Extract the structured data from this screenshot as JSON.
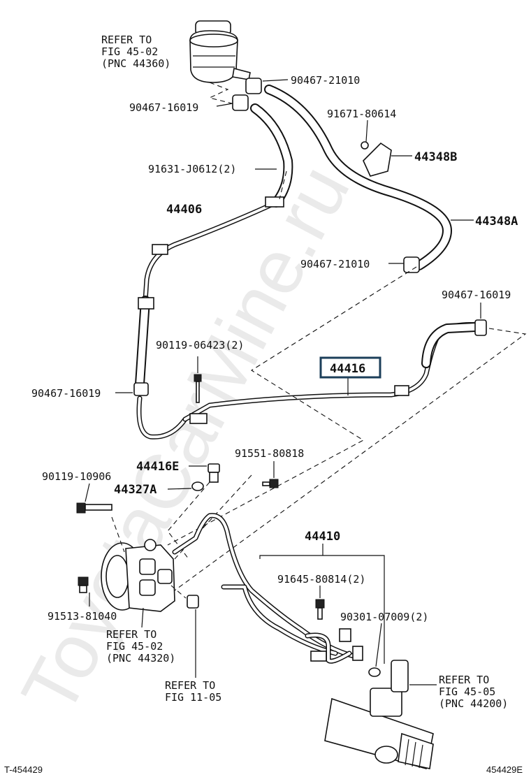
{
  "diagram": {
    "watermark": "ToyotaCarMine.ru",
    "footer_left": "T-454429",
    "footer_right": "454429E",
    "refer_reservoir": [
      "REFER TO",
      "FIG 45-02",
      "(PNC 44360)"
    ],
    "refer_pump": [
      "REFER TO",
      "FIG 45-02",
      "(PNC 44320)"
    ],
    "refer_fig11": [
      "REFER TO",
      "FIG 11-05"
    ],
    "refer_gear": [
      "REFER TO",
      "FIG 45-05",
      "(PNC 44200)"
    ],
    "parts": {
      "p9046721010_top": "90467-21010",
      "p9046716019_top": "90467-16019",
      "p9167180614": "91671-80614",
      "p44348B": "44348B",
      "p91631J0612": "91631-J0612(2)",
      "p44406": "44406",
      "p44348A": "44348A",
      "p9046721010_mid": "90467-21010",
      "p9046716019_right": "90467-16019",
      "p9011906423": "90119-06423(2)",
      "p44416": "44416",
      "p9046716019_left": "90467-16019",
      "p9155180818": "91551-80818",
      "p44416E": "44416E",
      "p9011910906": "90119-10906",
      "p44327A": "44327A",
      "p44410": "44410",
      "p9164580814": "91645-80814(2)",
      "p9030107009": "90301-07009(2)",
      "p9151381040": "91513-81040"
    }
  }
}
